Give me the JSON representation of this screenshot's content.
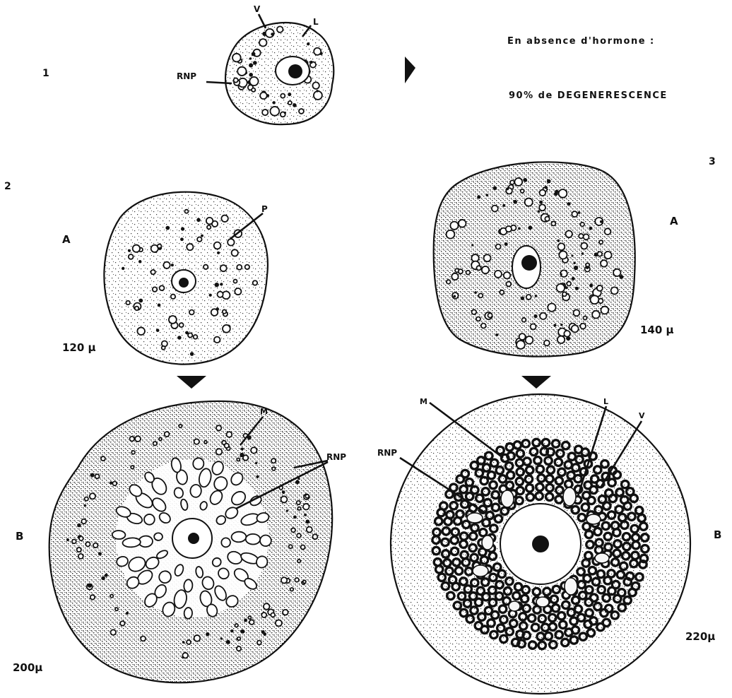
{
  "stages": {
    "stage1": {
      "number": "1",
      "labels": {
        "v": "V",
        "l": "L",
        "rnp": "RNP"
      }
    },
    "stage2": {
      "number": "2",
      "a": {
        "letter": "A",
        "size": "120 µ",
        "label_p": "P"
      },
      "b": {
        "letter": "B",
        "size": "200µ",
        "label_m": "M",
        "label_rnp": "RNP"
      }
    },
    "stage3": {
      "number": "3",
      "a": {
        "letter": "A",
        "size": "140 µ"
      },
      "b": {
        "letter": "B",
        "size": "220µ",
        "label_m": "M",
        "label_rnp": "RNP",
        "label_l": "L",
        "label_v": "V"
      }
    }
  },
  "note": {
    "line1": "En absence d'hormone :",
    "line2": "90% de DEGENERESCENCE"
  }
}
